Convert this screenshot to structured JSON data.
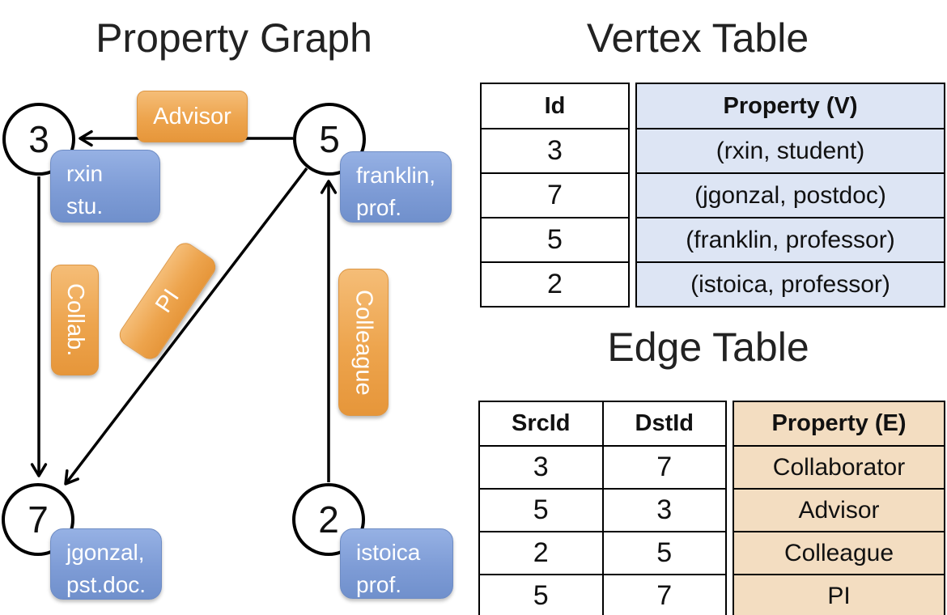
{
  "colors": {
    "accent_orange": "#eda44d",
    "orange_gradient_top": "#f5bd77",
    "orange_gradient_bottom": "#e6963a",
    "accent_blue": "#7e9cd6",
    "blue_gradient_top": "#96b1e4",
    "blue_gradient_bottom": "#7090cc",
    "vertex_property_bg": "#dde5f4",
    "edge_property_bg": "#f3ddc1",
    "line_color": "#000000"
  },
  "property_graph": {
    "title": "Property Graph",
    "nodes": [
      {
        "id": "3",
        "line1": "rxin",
        "line2": "stu."
      },
      {
        "id": "5",
        "line1": "franklin,",
        "line2": "prof."
      },
      {
        "id": "7",
        "line1": "jgonzal,",
        "line2": "pst.doc."
      },
      {
        "id": "2",
        "line1": "istoica",
        "line2": "prof."
      }
    ],
    "edge_labels": {
      "advisor": "Advisor",
      "collab": "Collab.",
      "pi": "PI",
      "colleague": "Colleague"
    }
  },
  "vertex_table": {
    "title": "Vertex Table",
    "columns": {
      "id": "Id",
      "property": "Property (V)"
    },
    "rows": [
      {
        "id": "3",
        "property": "(rxin, student)"
      },
      {
        "id": "7",
        "property": "(jgonzal, postdoc)"
      },
      {
        "id": "5",
        "property": "(franklin, professor)"
      },
      {
        "id": "2",
        "property": "(istoica, professor)"
      }
    ]
  },
  "edge_table": {
    "title": "Edge Table",
    "columns": {
      "src": "SrcId",
      "dst": "DstId",
      "property": "Property (E)"
    },
    "rows": [
      {
        "src": "3",
        "dst": "7",
        "property": "Collaborator"
      },
      {
        "src": "5",
        "dst": "3",
        "property": "Advisor"
      },
      {
        "src": "2",
        "dst": "5",
        "property": "Colleague"
      },
      {
        "src": "5",
        "dst": "7",
        "property": "PI"
      }
    ]
  }
}
